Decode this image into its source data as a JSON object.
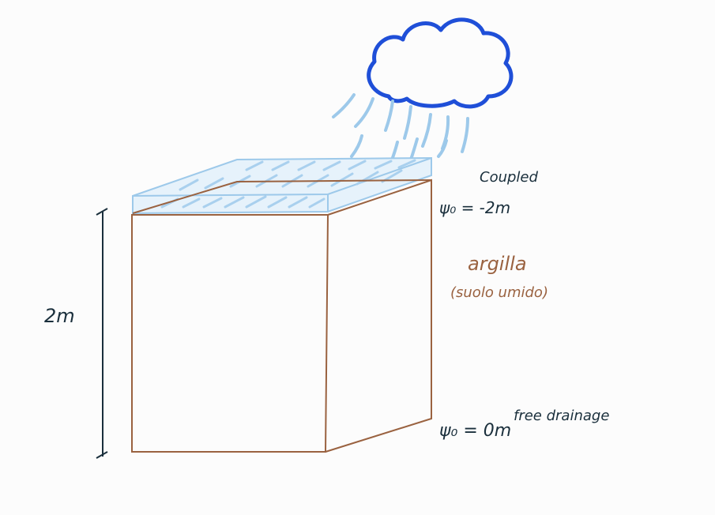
{
  "colors": {
    "background": "#fcfcfc",
    "soil": "#9a6240",
    "water": "#9dc9ea",
    "cloud": "#1f4fd8",
    "ink": "#1a2f3c"
  },
  "labels": {
    "top_label": "Coupled",
    "psi_top": "ψ₀ = -2m",
    "soil_name": "argilla",
    "soil_desc": "(suolo umido)",
    "psi_bottom": "ψ₀ = 0m",
    "bottom_condition": "free drainage",
    "height": "2m"
  },
  "icons": {
    "cloud": "rain-cloud-icon",
    "rain": "rain-streaks"
  }
}
